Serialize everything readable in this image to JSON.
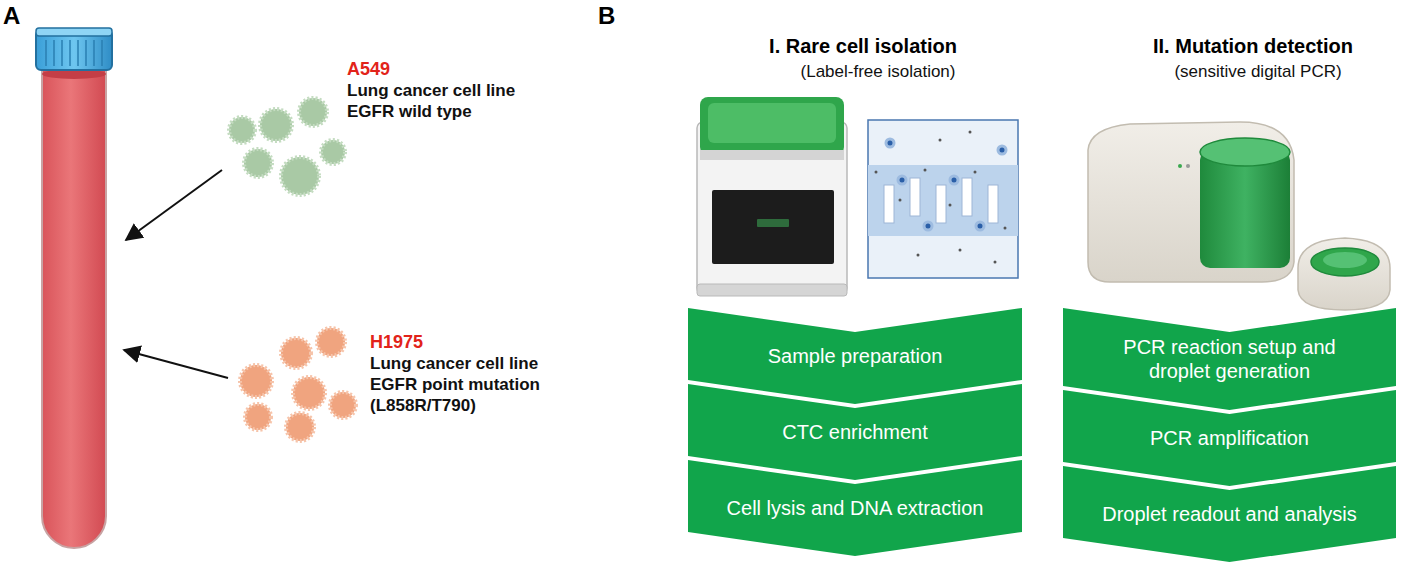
{
  "diagram": {
    "nodes": [
      {
        "text": [
          "Sample preparation"
        ]
      },
      {
        "text": [
          "CTC enrichment"
        ]
      },
      {
        "text": [
          "Cell lysis and DNA extraction"
        ]
      },
      {
        "text": [
          "PCR reaction setup and droplet generation"
        ]
      },
      {
        "text": [
          "PCR amplification"
        ]
      },
      {
        "text": [
          "Droplet readout and analysis"
        ]
      }
    ],
    "labels": [
      "A",
      "B",
      "A549",
      "Lung cancer cell line",
      "EGFR wild type",
      "H1975",
      "Lung cancer cell line",
      "EGFR point mutation",
      "(L858R/T790)",
      "I. Rare cell isolation",
      "(Label-free isolation)",
      "II. Mutation detection",
      "(sensitive digital PCR)"
    ]
  }
}
